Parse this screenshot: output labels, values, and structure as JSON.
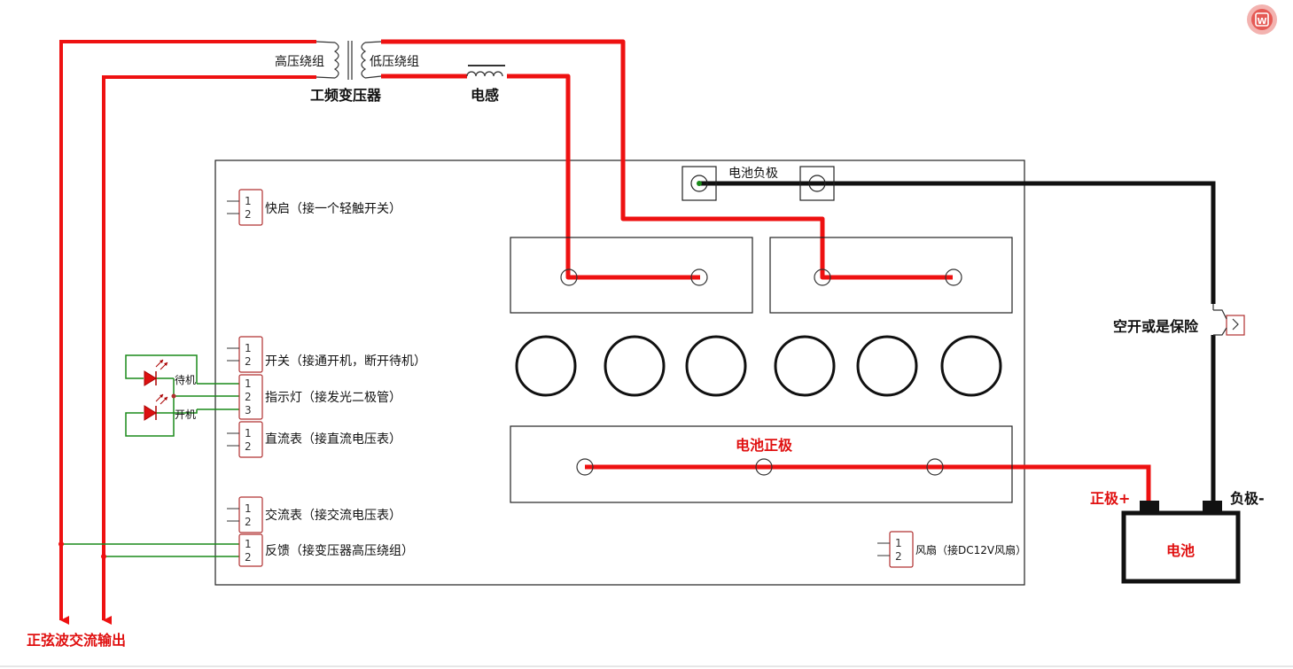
{
  "transformer": {
    "high_winding": "高压绕组",
    "low_winding": "低压绕组",
    "name": "工频变压器"
  },
  "inductor": {
    "name": "电感"
  },
  "output": {
    "label": "正弦波交流输出"
  },
  "battery": {
    "name": "电池",
    "positive": "正极+",
    "negative": "负极-",
    "board_positive": "电池正极",
    "board_negative": "电池负极"
  },
  "breaker": {
    "label": "空开或是保险"
  },
  "leds": {
    "standby": "待机",
    "power_on": "开机"
  },
  "connectors": [
    {
      "id": "quick-start",
      "label": "快启（接一个轻触开关）",
      "pins": [
        "1",
        "2"
      ]
    },
    {
      "id": "switch",
      "label": "开关（接通开机，断开待机）",
      "pins": [
        "1",
        "2"
      ]
    },
    {
      "id": "indicator",
      "label": "指示灯（接发光二极管）",
      "pins": [
        "1",
        "2",
        "3"
      ]
    },
    {
      "id": "dc-meter",
      "label": "直流表（接直流电压表）",
      "pins": [
        "1",
        "2"
      ]
    },
    {
      "id": "ac-meter",
      "label": "交流表（接交流电压表）",
      "pins": [
        "1",
        "2"
      ]
    },
    {
      "id": "feedback",
      "label": "反馈（接变压器高压绕组）",
      "pins": [
        "1",
        "2"
      ]
    },
    {
      "id": "fan",
      "label": "风扇（接DC12V风扇）",
      "pins": [
        "1",
        "2"
      ]
    }
  ],
  "colors": {
    "power": "#ee1111",
    "negative": "#111111",
    "signal": "#1a8a1a",
    "connector": "#b03030"
  },
  "icons": {
    "top-right": "w-app-icon"
  }
}
